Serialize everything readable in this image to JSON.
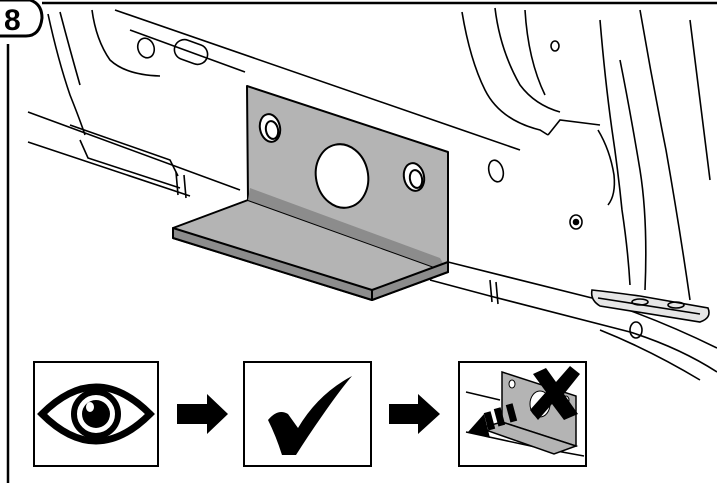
{
  "step": {
    "number": "8"
  },
  "colors": {
    "line": "#000000",
    "bracket_fill": "#b4b4b4",
    "bracket_shadow": "#8c8c8c",
    "icon_fill": "#000000",
    "background": "#ffffff"
  },
  "sequence": [
    {
      "icon": "eye-icon",
      "meaning": "inspect"
    },
    {
      "icon": "arrow-right-icon"
    },
    {
      "icon": "checkmark-icon",
      "meaning": "ok"
    },
    {
      "icon": "arrow-right-icon"
    },
    {
      "icon": "remove-bracket-icon",
      "meaning": "remove"
    }
  ]
}
